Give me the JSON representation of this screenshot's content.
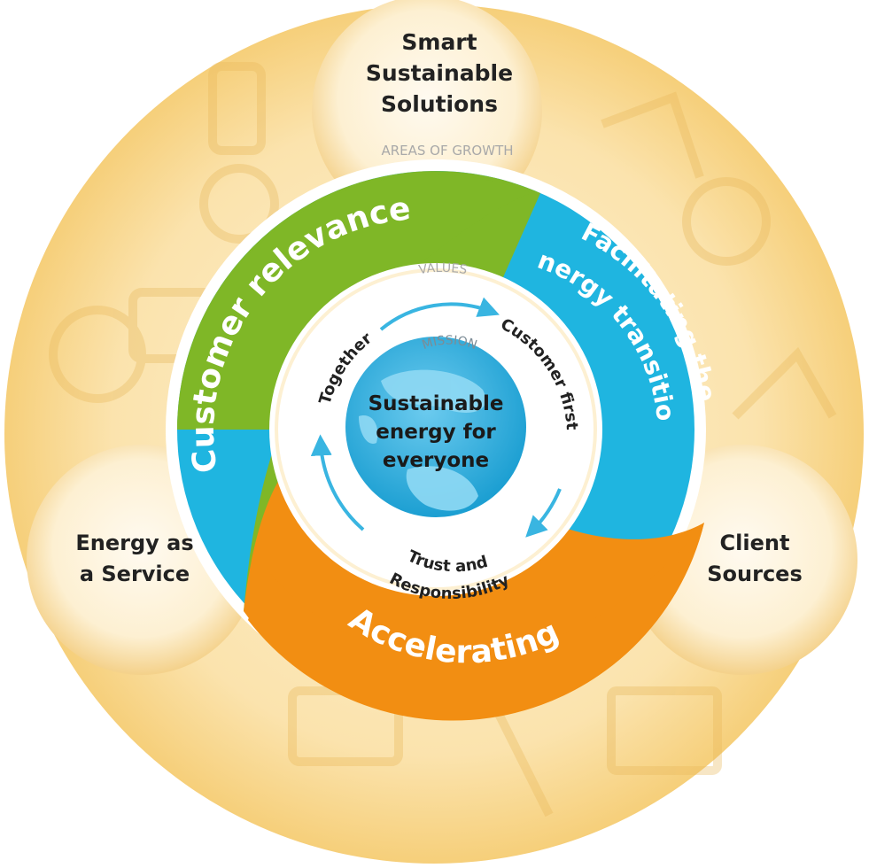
{
  "areas_of_growth_label": "AREAS OF GROWTH",
  "areas": {
    "top": {
      "line1": "Smart",
      "line2": "Sustainable",
      "line3": "Solutions"
    },
    "left": {
      "line1": "Energy as",
      "line2": "a Service"
    },
    "right": {
      "line1": "Client",
      "line2": "Sources"
    }
  },
  "strategy": {
    "green": "Customer relevance",
    "blue_line1": "Facilitating the",
    "blue_line2": "energy transition",
    "orange": "Accelerating"
  },
  "values_label": "VALUES",
  "values": {
    "left": "Together",
    "right": "Customer first",
    "bottom_line1": "Trust and",
    "bottom_line2": "Responsibility"
  },
  "mission_label": "MISSION",
  "mission": {
    "line1": "Sustainable",
    "line2": "energy for",
    "line3": "everyone"
  },
  "colors": {
    "outer_ring": "#f7d58a",
    "outer_light": "#fcecc5",
    "green": "#7fb727",
    "blue": "#1fb5e0",
    "orange": "#f28e12",
    "globe": "#39b5e1",
    "arrow": "#39b5e1",
    "text_dark": "#222222",
    "text_grey": "#a9a9a9"
  }
}
